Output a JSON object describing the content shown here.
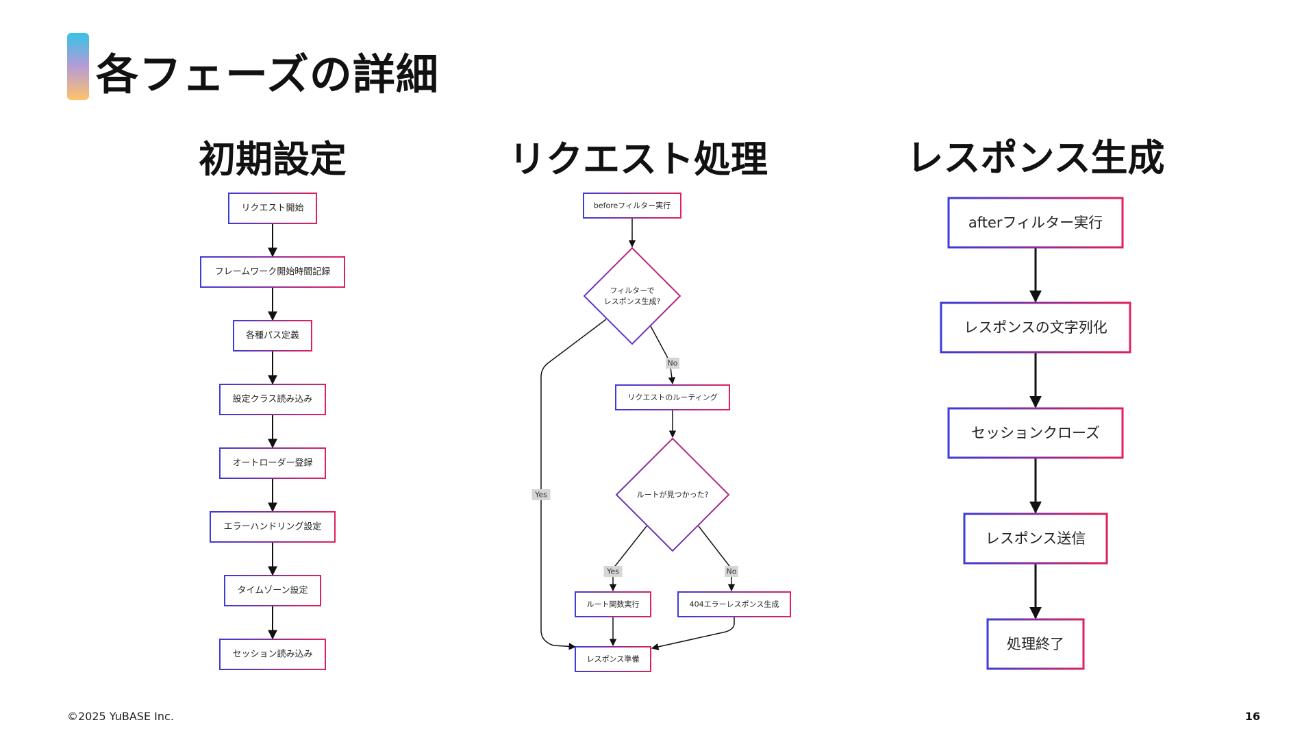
{
  "title": "各フェーズの詳細",
  "columns": [
    {
      "title": "初期設定"
    },
    {
      "title": "リクエスト処理"
    },
    {
      "title": "レスポンス生成"
    }
  ],
  "col1_nodes": [
    "リクエスト開始",
    "フレームワーク開始時間記録",
    "各種パス定義",
    "設定クラス読み込み",
    "オートローダー登録",
    "エラーハンドリング設定",
    "タイムゾーン設定",
    "セッション読み込み"
  ],
  "col2": {
    "n_before": "beforeフィルター実行",
    "d_filter": [
      "フィルターで",
      "レスポンス生成?"
    ],
    "n_routing": "リクエストのルーティング",
    "d_route": "ルートが見つかった?",
    "n_exec": "ルート関数実行",
    "n_404": "404エラーレスポンス生成",
    "n_prepare": "レスポンス準備",
    "lbl_no1": "No",
    "lbl_yes1": "Yes",
    "lbl_yes2": "Yes",
    "lbl_no2": "No"
  },
  "col3_nodes": [
    "afterフィルター実行",
    "レスポンスの文字列化",
    "セッションクローズ",
    "レスポンス送信",
    "処理終了"
  ],
  "footer": {
    "copyright": "©2025 YuBASE Inc.",
    "page": "16"
  },
  "colors": {
    "box_gradient_start": "#3b3bd9",
    "box_gradient_end": "#e0205a",
    "arrow": "#111111"
  }
}
